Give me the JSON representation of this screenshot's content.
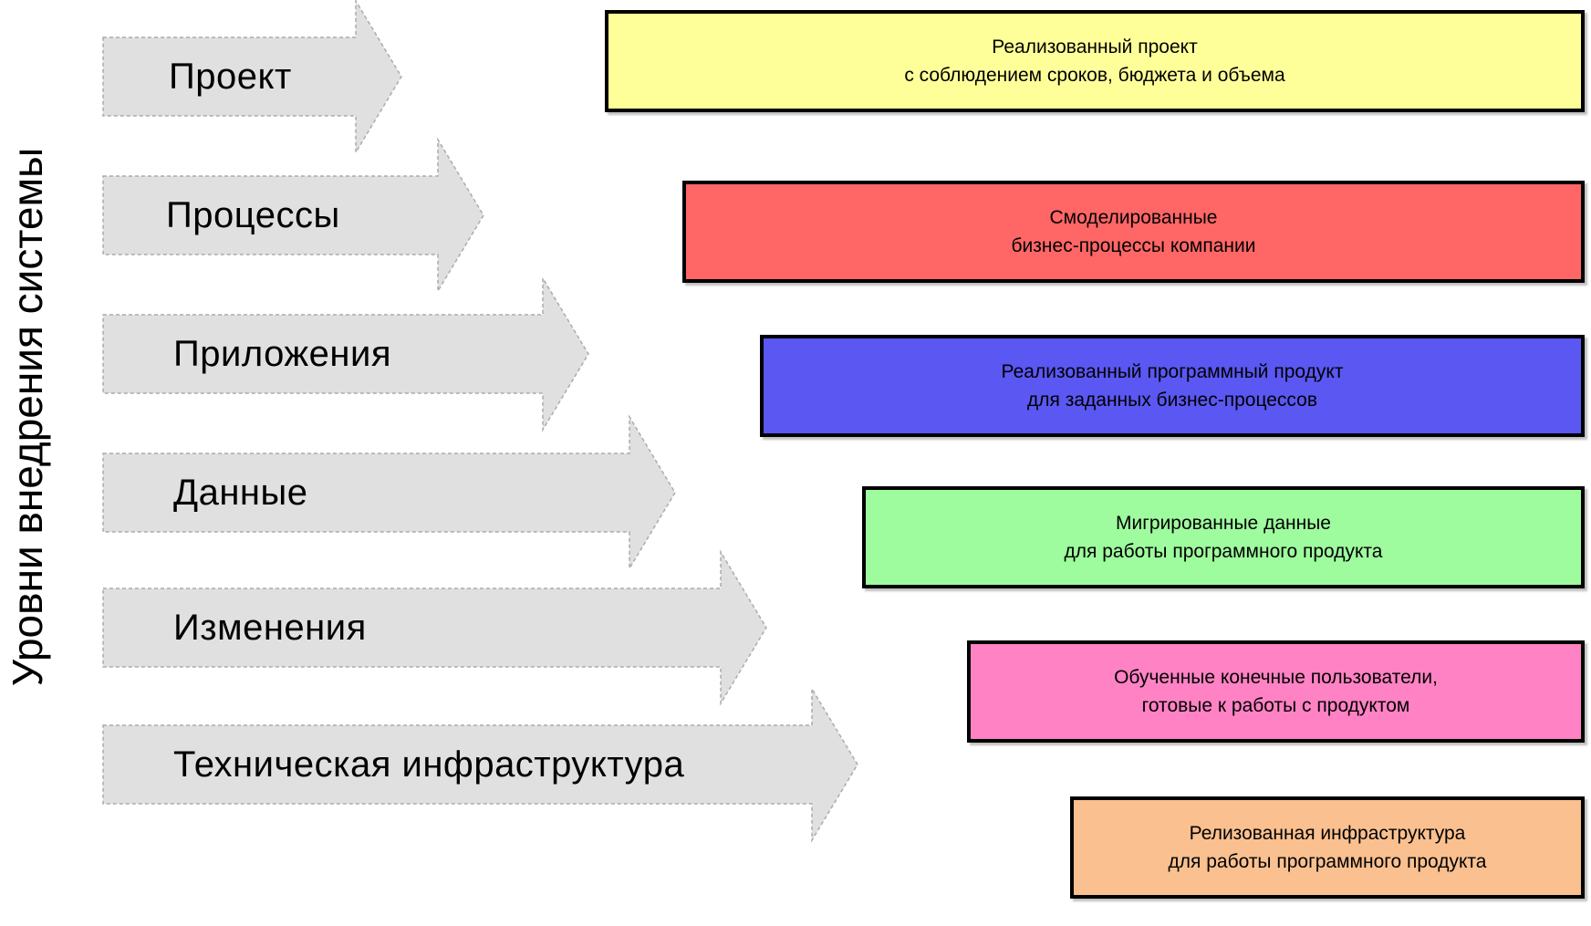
{
  "axis_label": "Уровни внедрения системы",
  "colors": {
    "arrow_fill": "#e0e0e0",
    "arrow_border": "#ababab",
    "box_border": "#000000"
  },
  "levels": [
    {
      "label": "Проект",
      "box": {
        "line1": "Реализованный проект",
        "line2": "с соблюдением сроков, бюджета и объема",
        "color": "#ffff99"
      }
    },
    {
      "label": "Процессы",
      "box": {
        "line1": "Смоделированные",
        "line2": "бизнес-процессы компании",
        "color": "#ff6666"
      }
    },
    {
      "label": "Приложения",
      "box": {
        "line1": "Реализованный программный продукт",
        "line2": "для заданных бизнес-процессов",
        "color": "#5a57f2"
      }
    },
    {
      "label": "Данные",
      "box": {
        "line1": "Мигрированные данные",
        "line2": "для работы программного продукта",
        "color": "#9efb9e"
      }
    },
    {
      "label": "Изменения",
      "box": {
        "line1": "Обученные конечные пользователи,",
        "line2": "готовые к работы с продуктом",
        "color": "#ff82c4"
      }
    },
    {
      "label": "Техническая инфраструктура",
      "box": {
        "line1": "Релизованная инфраструктура",
        "line2": "для работы программного продукта",
        "color": "#fac090"
      }
    }
  ]
}
